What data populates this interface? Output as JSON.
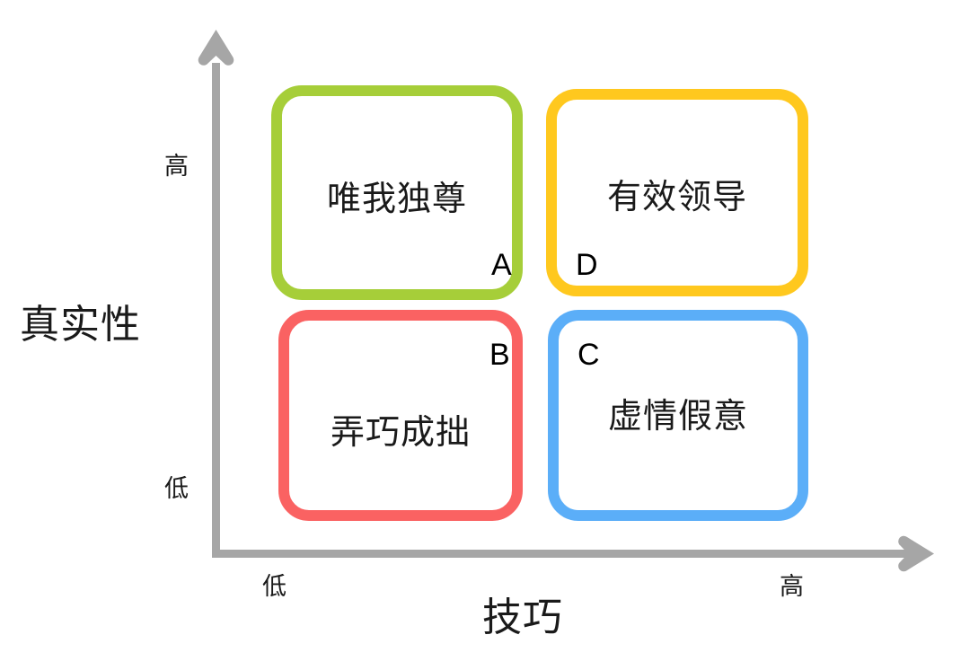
{
  "chart_data": {
    "type": "table",
    "title": "",
    "xlabel": "技巧",
    "ylabel": "真实性",
    "x_ticks": [
      "低",
      "高"
    ],
    "y_ticks": [
      "低",
      "高"
    ],
    "grid": false,
    "legend": "none",
    "quadrants": [
      {
        "key": "A",
        "label": "唯我独尊",
        "letter": "A",
        "x": "低",
        "y": "高",
        "color": "#A6CE39",
        "position": "top-left"
      },
      {
        "key": "D",
        "label": "有效领导",
        "letter": "D",
        "x": "高",
        "y": "高",
        "color": "#FFC81E",
        "position": "top-right"
      },
      {
        "key": "B",
        "label": "弄巧成拙",
        "letter": "B",
        "x": "低",
        "y": "低",
        "color": "#FA6262",
        "position": "bottom-left"
      },
      {
        "key": "C",
        "label": "虚情假意",
        "letter": "C",
        "x": "高",
        "y": "低",
        "color": "#5BAEF8",
        "position": "bottom-right"
      }
    ]
  },
  "axes": {
    "y": {
      "title": "真实性",
      "high_label": "高",
      "low_label": "低",
      "color": "#A6A6A6"
    },
    "x": {
      "title": "技巧",
      "high_label": "高",
      "low_label": "低",
      "color": "#A6A6A6"
    }
  },
  "quadrants": {
    "a": {
      "text": "唯我独尊",
      "letter": "A"
    },
    "d": {
      "text": "有效领导",
      "letter": "D"
    },
    "b": {
      "text": "弄巧成拙",
      "letter": "B"
    },
    "c": {
      "text": "虚情假意",
      "letter": "C"
    }
  },
  "colors": {
    "green": "#A6CE39",
    "yellow": "#FFC81E",
    "red": "#FA6262",
    "blue": "#5BAEF8",
    "axis_gray": "#A6A6A6",
    "text": "#1a1a1a",
    "background": "#FFFFFF"
  }
}
